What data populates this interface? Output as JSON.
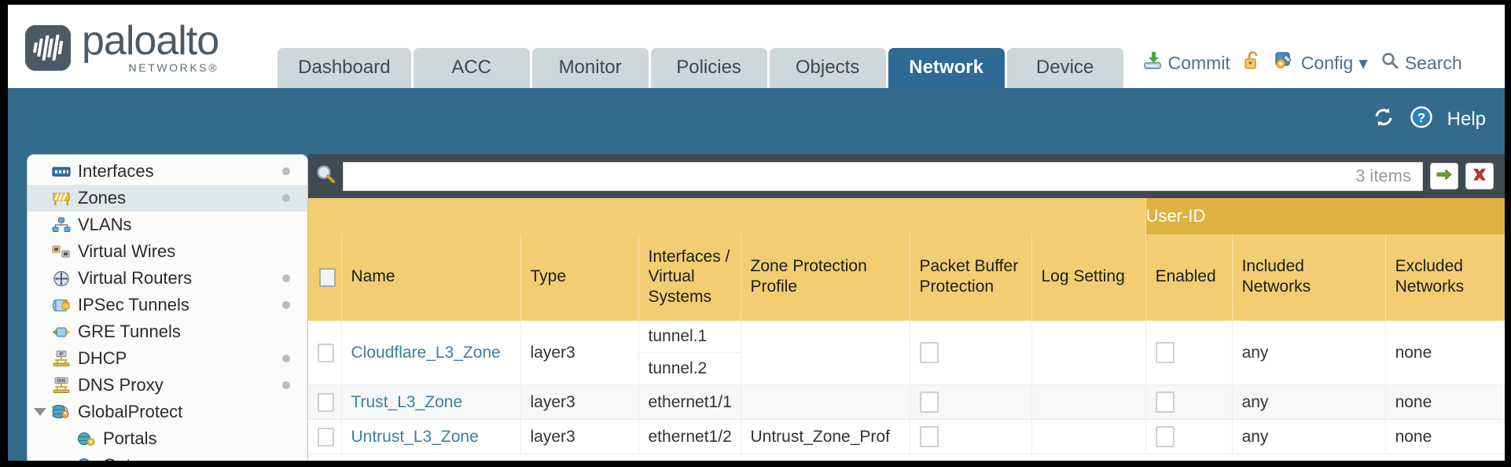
{
  "brand": {
    "name": "paloalto",
    "sub": "NETWORKS®",
    "logo_icon": "paloalto-bars-logo"
  },
  "colors": {
    "active_tab": "#2d6a94",
    "tab": "#ccd8da",
    "band": "#336b8d",
    "header_amber": "#f2cd71",
    "group_amber": "#dfb143",
    "link": "#3c7f9e",
    "filterbar": "#3f4a52"
  },
  "tabs": [
    {
      "label": "Dashboard",
      "active": false
    },
    {
      "label": "ACC",
      "active": false
    },
    {
      "label": "Monitor",
      "active": false
    },
    {
      "label": "Policies",
      "active": false
    },
    {
      "label": "Objects",
      "active": false
    },
    {
      "label": "Network",
      "active": true
    },
    {
      "label": "Device",
      "active": false
    }
  ],
  "top_actions": {
    "commit": "Commit",
    "commit_icon": "commit-save-icon",
    "lock_icon": "unlocked-padlock-icon",
    "config": "Config",
    "config_icon": "config-wrench-icon",
    "config_caret": "▾",
    "search": "Search",
    "search_icon": "magnifier-icon"
  },
  "blueband": {
    "refresh_icon": "refresh-icon",
    "help_icon": "help-question-icon",
    "help": "Help"
  },
  "sidebar": {
    "items": [
      {
        "label": "Interfaces",
        "icon": "interfaces-icon",
        "dot": true,
        "selected": false,
        "child": false,
        "caret": false
      },
      {
        "label": "Zones",
        "icon": "zones-barrier-icon",
        "dot": true,
        "selected": true,
        "child": false,
        "caret": false
      },
      {
        "label": "VLANs",
        "icon": "vlans-icon",
        "dot": false,
        "selected": false,
        "child": false,
        "caret": false
      },
      {
        "label": "Virtual Wires",
        "icon": "virtual-wires-icon",
        "dot": false,
        "selected": false,
        "child": false,
        "caret": false
      },
      {
        "label": "Virtual Routers",
        "icon": "virtual-routers-icon",
        "dot": true,
        "selected": false,
        "child": false,
        "caret": false
      },
      {
        "label": "IPSec Tunnels",
        "icon": "ipsec-tunnels-icon",
        "dot": true,
        "selected": false,
        "child": false,
        "caret": false
      },
      {
        "label": "GRE Tunnels",
        "icon": "gre-tunnels-icon",
        "dot": false,
        "selected": false,
        "child": false,
        "caret": false
      },
      {
        "label": "DHCP",
        "icon": "dhcp-icon",
        "dot": true,
        "selected": false,
        "child": false,
        "caret": false
      },
      {
        "label": "DNS Proxy",
        "icon": "dns-proxy-icon",
        "dot": true,
        "selected": false,
        "child": false,
        "caret": false
      },
      {
        "label": "GlobalProtect",
        "icon": "globalprotect-icon",
        "dot": false,
        "selected": false,
        "child": false,
        "caret": true
      },
      {
        "label": "Portals",
        "icon": "portals-icon",
        "dot": false,
        "selected": false,
        "child": true,
        "caret": false
      },
      {
        "label": "Gateways",
        "icon": "gateways-icon",
        "dot": false,
        "selected": false,
        "child": true,
        "caret": false
      }
    ]
  },
  "filterbar": {
    "search_icon": "magnifier-icon",
    "query": "",
    "placeholder": "",
    "item_count": "3 items",
    "apply_icon": "green-arrow-apply-icon",
    "clear_icon": "red-x-clear-icon"
  },
  "table": {
    "group_header": "User-ID",
    "select_all_checkbox": false,
    "columns": [
      "Name",
      "Type",
      "Interfaces / Virtual Systems",
      "Zone Protection Profile",
      "Packet Buffer Protection",
      "Log Setting",
      "Enabled",
      "Included Networks",
      "Excluded Networks"
    ],
    "rows": [
      {
        "selected": false,
        "name": "Cloudflare_L3_Zone",
        "type": "layer3",
        "interfaces": [
          "tunnel.1",
          "tunnel.2"
        ],
        "zone_protection_profile": "",
        "packet_buffer_protection": false,
        "log_setting": "",
        "userid_enabled": false,
        "included_networks": "any",
        "excluded_networks": "none"
      },
      {
        "selected": false,
        "name": "Trust_L3_Zone",
        "type": "layer3",
        "interfaces": [
          "ethernet1/1"
        ],
        "zone_protection_profile": "",
        "packet_buffer_protection": false,
        "log_setting": "",
        "userid_enabled": false,
        "included_networks": "any",
        "excluded_networks": "none"
      },
      {
        "selected": false,
        "name": "Untrust_L3_Zone",
        "type": "layer3",
        "interfaces": [
          "ethernet1/2"
        ],
        "zone_protection_profile": "Untrust_Zone_Prof",
        "packet_buffer_protection": false,
        "log_setting": "",
        "userid_enabled": false,
        "included_networks": "any",
        "excluded_networks": "none"
      }
    ]
  }
}
